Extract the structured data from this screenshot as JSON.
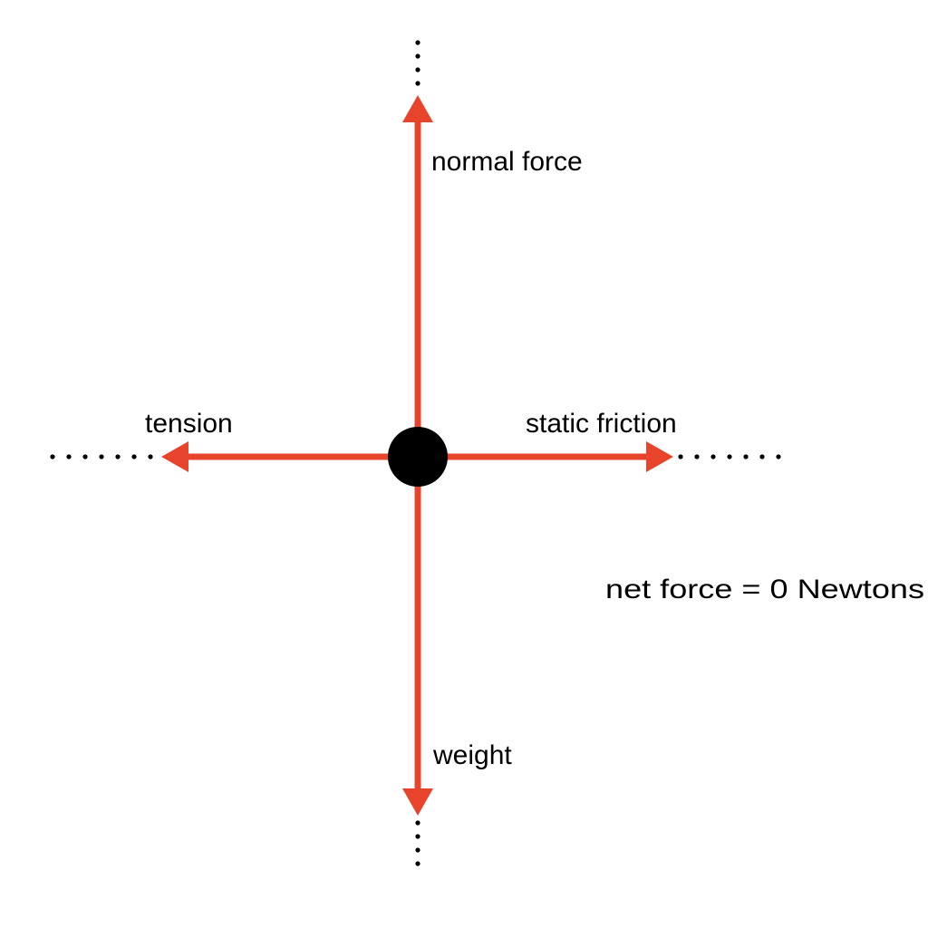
{
  "colors": {
    "arrow": "#e8432b",
    "body": "#000000",
    "guide": "#000000",
    "background": "#ffffff"
  },
  "forces": {
    "up": {
      "label": "normal force"
    },
    "down": {
      "label": "weight"
    },
    "left": {
      "label": "tension"
    },
    "right": {
      "label": "static friction"
    }
  },
  "net_force_text": "net force = 0 Newtons"
}
